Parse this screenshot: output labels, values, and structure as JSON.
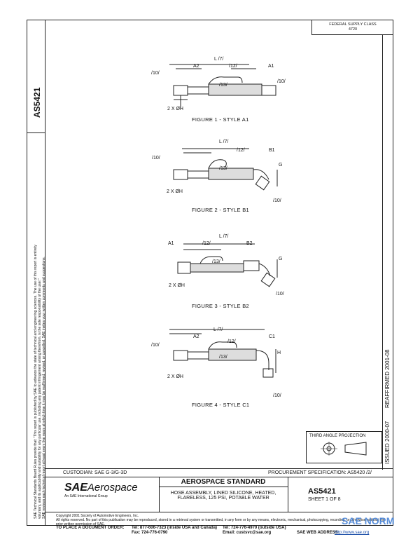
{
  "document": {
    "doc_number": "AS5421",
    "federal_supply_class": [
      "FEDERAL SUPPLY CLASS",
      "4720"
    ],
    "side_notice": [
      "SAE Technical Standards Board Rules provide that: \"This report is published by SAE to advance the state of technical and engineering sciences. The use of this report is entirely",
      "voluntary, and its applicability and suitability for any particular use, including any patent infringement arising therefrom, is the sole responsibility of the user.\"",
      "SAE reviews each technical report at least every five years at which time it may be reaffirmed, revised, or cancelled. SAE invites your written comments and suggestions."
    ],
    "reaffirmed": "REAFFIRMED 2001-08",
    "issued": "ISSUED 2000-07",
    "third_angle": "THIRD ANGLE PROJECTION"
  },
  "figures": [
    {
      "caption": "FIGURE 1 - STYLE A1",
      "labels": {
        "l": "L /7/",
        "a2": "A2",
        "p12": "/12/",
        "a1": "A1",
        "p10a": "/10/",
        "p13": "/13/",
        "p10b": "/10/",
        "dia": "2 X ØH"
      }
    },
    {
      "caption": "FIGURE 2 - STYLE B1",
      "labels": {
        "l": "L /7/",
        "p12": "/12/",
        "b1": "B1",
        "p10a": "/10/",
        "p13": "/13/",
        "g": "G",
        "p10b": "/10/",
        "dia": "2 X ØH"
      }
    },
    {
      "caption": "FIGURE 3 - STYLE B2",
      "labels": {
        "l": "L /7/",
        "a1": "A1",
        "p12": "/12/",
        "b2": "B2",
        "p13": "/13/",
        "g": "G",
        "p10b": "/10/",
        "dia": "2 X ØH"
      }
    },
    {
      "caption": "FIGURE 4 - STYLE C1",
      "labels": {
        "l": "L /7/",
        "a2": "A2",
        "p12": "/12/",
        "c1": "C1",
        "p10a": "/10/",
        "p13": "/13/",
        "h": "H",
        "p10b": "/10/",
        "dia": "2 X ØH"
      }
    }
  ],
  "title_block": {
    "custodian": "CUSTODIAN:  SAE G-3/G-3D",
    "procurement": "PROCUREMENT SPECIFICATION: AS5420 /2/",
    "logo_sae": "SAE",
    "logo_aero": "Aerospace",
    "logo_sub": "An SAE International Group",
    "standard": "AEROSPACE STANDARD",
    "title_line1": "HOSE ASSEMBLY, LINED SILICONE, HEATED,",
    "title_line2": "FLARELESS, 125 PSI, POTABLE WATER",
    "doc_number": "AS5421",
    "sheet": "SHEET 1 OF 8"
  },
  "footer": {
    "copyright": "Copyright 2001 Society of Automotive Engineers, Inc.",
    "rights": "All rights reserved. No part of this publication may be reproduced, stored in a retrieval system or transmitted, in any form or by any means, electronic, mechanical, photocopying, recording, or otherwise, without the prior written permission of SAE.",
    "order_label": "TO PLACE A DOCUMENT ORDER:",
    "tel": "Tel:  877-606-7323 (inside USA and Canada)",
    "tel2": "Tel:  724-776-4970 (outside USA)",
    "fax": "Fax:  724-776-0790",
    "email": "Email: custsvc@sae.org",
    "web_label": "SAE WEB ADDRESS:",
    "web": "http://www.sae.org",
    "watermark": "SAE NORM"
  }
}
